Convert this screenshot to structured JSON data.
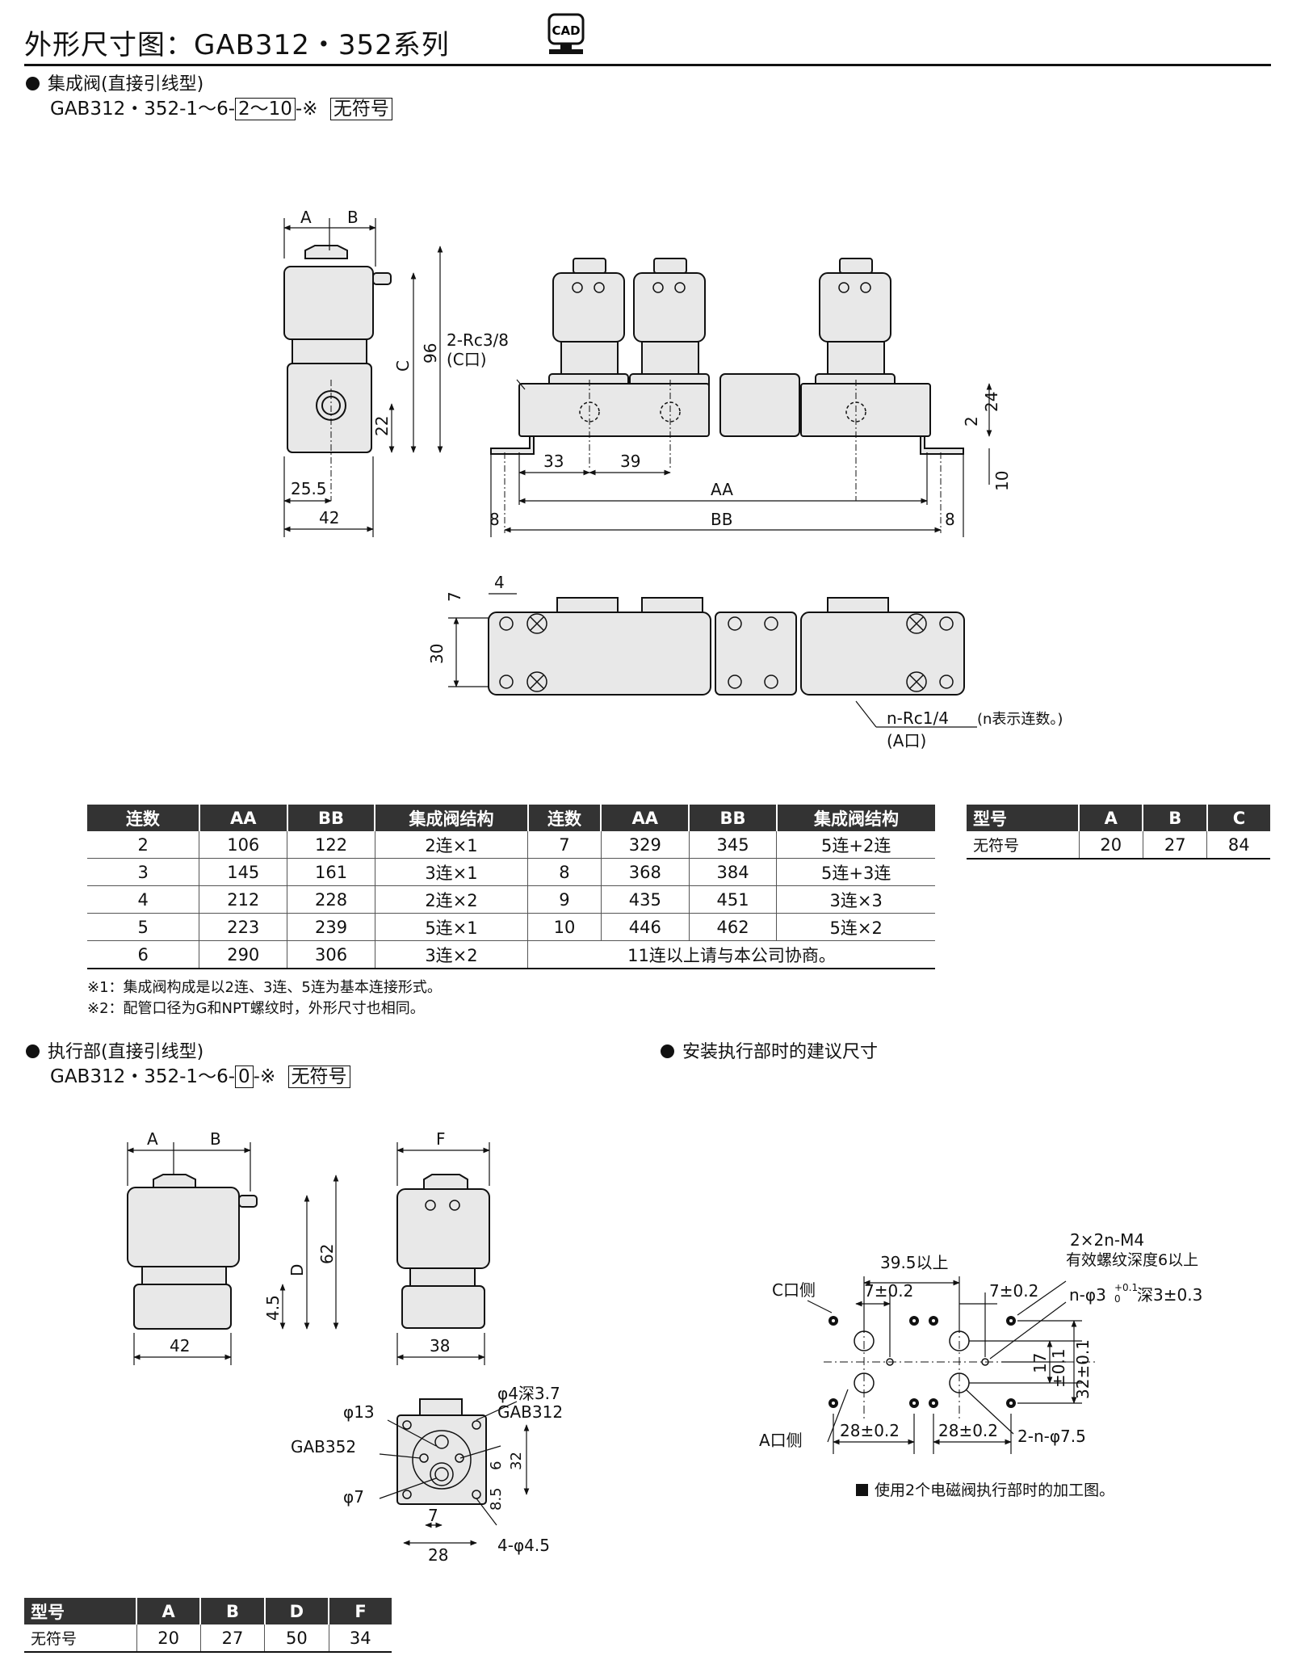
{
  "page": {
    "title": "外形尺寸图：GAB312・352系列",
    "cad_badge": "CAD"
  },
  "manifold": {
    "heading": "集成阀(直接引线型)",
    "model_prefix": "GAB312・352-1～6-",
    "model_box": "2～10",
    "model_mid": "-※",
    "model_suffix_box": "无符号",
    "dims": {
      "A": "A",
      "B": "B",
      "C": "C",
      "d96": "96",
      "d22": "22",
      "d25_5": "25.5",
      "d42": "42",
      "port_c": "2-Rc3/8",
      "port_c2": "(C口)",
      "d33": "33",
      "d39": "39",
      "AA": "AA",
      "BB": "BB",
      "d8a": "8",
      "d8b": "8",
      "d24": "24",
      "d2": "2",
      "d10": "10",
      "d4": "4",
      "d7": "7",
      "d30": "30",
      "port_a": "n-Rc1/4",
      "port_a_note": "(n表示连数。)",
      "port_a2": "(A口)"
    }
  },
  "table_main": {
    "headers": [
      "连数",
      "AA",
      "BB",
      "集成阀结构",
      "连数",
      "AA",
      "BB",
      "集成阀结构"
    ],
    "rows": [
      [
        "2",
        "106",
        "122",
        "2连×1",
        "7",
        "329",
        "345",
        "5连+2连"
      ],
      [
        "3",
        "145",
        "161",
        "3连×1",
        "8",
        "368",
        "384",
        "5连+3连"
      ],
      [
        "4",
        "212",
        "228",
        "2连×2",
        "9",
        "435",
        "451",
        "3连×3"
      ],
      [
        "5",
        "223",
        "239",
        "5连×1",
        "10",
        "446",
        "462",
        "5连×2"
      ]
    ],
    "last_row": [
      "6",
      "290",
      "306",
      "3连×2"
    ],
    "last_row_note": "11连以上请与本公司协商。"
  },
  "table_small1": {
    "headers": [
      "型号",
      "A",
      "B",
      "C"
    ],
    "row": [
      "无符号",
      "20",
      "27",
      "84"
    ]
  },
  "notes": [
    "※1：集成阀构成是以2连、3连、5连为基本连接形式。",
    "※2：配管口径为G和NPT螺纹时，外形尺寸也相同。"
  ],
  "actuator": {
    "heading": "执行部(直接引线型)",
    "model_prefix": "GAB312・352-1～6-",
    "model_box": "0",
    "model_mid": "-※",
    "model_suffix_box": "无符号",
    "dims": {
      "A": "A",
      "B": "B",
      "D": "D",
      "d62": "62",
      "d4_5": "4.5",
      "d42": "42",
      "F": "F",
      "d38": "38",
      "phi13": "φ13",
      "phi4": "φ4深3.7",
      "gab312": "GAB312",
      "gab352": "GAB352",
      "phi7": "φ7",
      "d8_5": "8.5",
      "d6": "6",
      "d32": "32",
      "d7": "7",
      "d28": "28",
      "hole": "4-φ4.5"
    }
  },
  "table_small2": {
    "headers": [
      "型号",
      "A",
      "B",
      "D",
      "F"
    ],
    "row": [
      "无符号",
      "20",
      "27",
      "50",
      "34"
    ]
  },
  "mounting": {
    "heading": "安装执行部时的建议尺寸",
    "labels": {
      "screw": "2×2n-M4",
      "screw_depth": "有效螺纹深度6以上",
      "pitch": "39.5以上",
      "c_side": "C口侧",
      "tol7a": "7±0.2",
      "tol7b": "7±0.2",
      "pin": "n-φ3",
      "pin_tol_up": "+0.1",
      "pin_tol_dn": "0",
      "pin_depth": "深3±0.3",
      "d17": "17",
      "d01": "±0.1",
      "d32": "32±0.1",
      "a_side": "A口侧",
      "tol28a": "28±0.2",
      "tol28b": "28±0.2",
      "bore": "2-n-φ7.5"
    },
    "caption": "使用2个电磁阀执行部时的加工图。"
  }
}
